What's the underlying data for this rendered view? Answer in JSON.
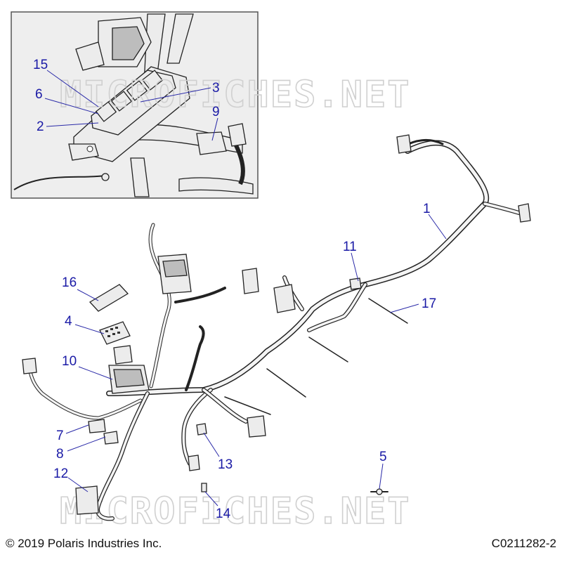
{
  "copyright": "© 2019 Polaris Industries Inc.",
  "diagram_code": "C0211282-2",
  "watermark": "MICROFICHES.NET",
  "callouts": [
    {
      "id": "c15",
      "label": "15"
    },
    {
      "id": "c6",
      "label": "6"
    },
    {
      "id": "c2",
      "label": "2"
    },
    {
      "id": "c3",
      "label": "3"
    },
    {
      "id": "c9",
      "label": "9"
    },
    {
      "id": "c1",
      "label": "1"
    },
    {
      "id": "c11",
      "label": "11"
    },
    {
      "id": "c17",
      "label": "17"
    },
    {
      "id": "c16",
      "label": "16"
    },
    {
      "id": "c4",
      "label": "4"
    },
    {
      "id": "c10",
      "label": "10"
    },
    {
      "id": "c7",
      "label": "7"
    },
    {
      "id": "c8",
      "label": "8"
    },
    {
      "id": "c12",
      "label": "12"
    },
    {
      "id": "c13",
      "label": "13"
    },
    {
      "id": "c14",
      "label": "14"
    },
    {
      "id": "c5",
      "label": "5"
    }
  ],
  "colors": {
    "callout": "#1a1aa6",
    "leader": "#2a2aa8",
    "line": "#222222",
    "inset_bg": "#eeeeee"
  }
}
